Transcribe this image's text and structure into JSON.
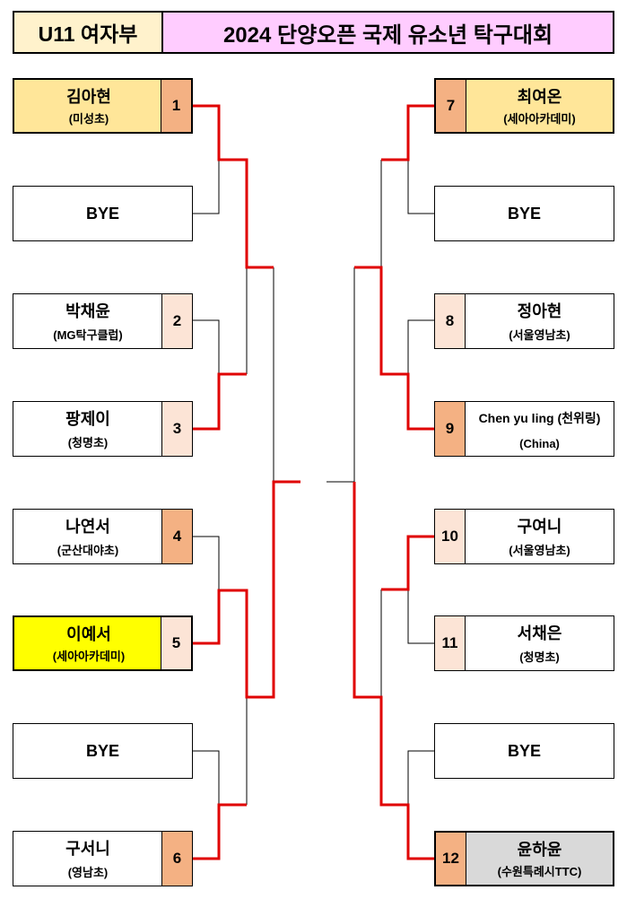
{
  "header": {
    "division": "U11 여자부",
    "title": "2024 단양오픈 국제 유소년 탁구대회"
  },
  "colors": {
    "winner_line": "#e00000",
    "seed_dark": "#f4b183",
    "seed_light": "#fce4d6",
    "highlight_gold": "#ffe699",
    "highlight_yellow": "#ffff00",
    "highlight_gray": "#d9d9d9"
  },
  "left_bracket": [
    {
      "name": "김아현",
      "club": "(미성초)",
      "seed": "1"
    },
    {
      "name": "BYE"
    },
    {
      "name": "박채윤",
      "club": "(MG탁구클럽)",
      "seed": "2"
    },
    {
      "name": "팡제이",
      "club": "(청명초)",
      "seed": "3"
    },
    {
      "name": "나연서",
      "club": "(군산대야초)",
      "seed": "4"
    },
    {
      "name": "이예서",
      "club": "(세아아카데미)",
      "seed": "5"
    },
    {
      "name": "BYE"
    },
    {
      "name": "구서니",
      "club": "(영남초)",
      "seed": "6"
    }
  ],
  "right_bracket": [
    {
      "name": "최여온",
      "club": "(세아아카데미)",
      "seed": "7"
    },
    {
      "name": "BYE"
    },
    {
      "name": "정아현",
      "club": "(서울영남초)",
      "seed": "8"
    },
    {
      "name": "Chen yu ling (천위링)",
      "club": "(China)",
      "seed": "9"
    },
    {
      "name": "구여니",
      "club": "(서울영남초)",
      "seed": "10"
    },
    {
      "name": "서채은",
      "club": "(청명초)",
      "seed": "11"
    },
    {
      "name": "BYE"
    },
    {
      "name": "윤하윤",
      "club": "(수원특례시TTC)",
      "seed": "12"
    }
  ]
}
